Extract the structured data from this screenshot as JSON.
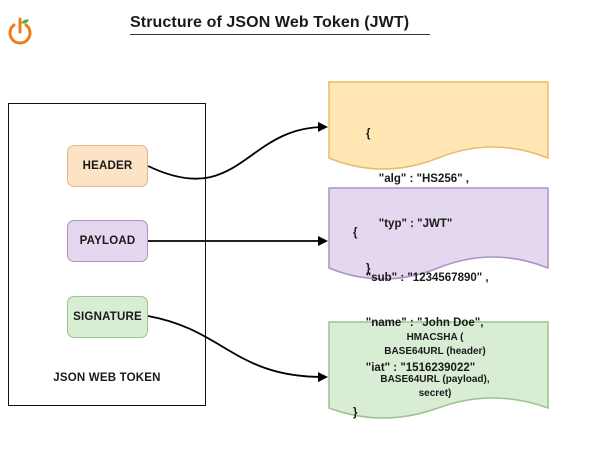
{
  "page": {
    "title": "Structure of JSON Web Token (JWT)"
  },
  "container": {
    "label": "JSON WEB TOKEN",
    "parts": [
      {
        "label": "HEADER",
        "color": "#fde3c6"
      },
      {
        "label": "PAYLOAD",
        "color": "#e3d8ee"
      },
      {
        "label": "SIGNATURE",
        "color": "#d9ecd4"
      }
    ]
  },
  "documents": {
    "header": {
      "color": "#ffe6b3",
      "lines": [
        "{",
        "    \"alg\" : \"HS256\" ,",
        "    \"typ\" : \"JWT\"",
        "}"
      ]
    },
    "payload": {
      "color": "#e3d8ee",
      "lines": [
        "{",
        "    \"sub\" : \"1234567890\" ,",
        "    \"name\" : \"John Doe\",",
        "    \"iat\" : \"1516239022\"",
        "}"
      ]
    },
    "signature": {
      "color": "#d9ecd4",
      "lines": [
        "HMACSHA (",
        "BASE64URL (header)",
        "",
        "BASE64URL (payload),",
        "secret)"
      ]
    }
  }
}
